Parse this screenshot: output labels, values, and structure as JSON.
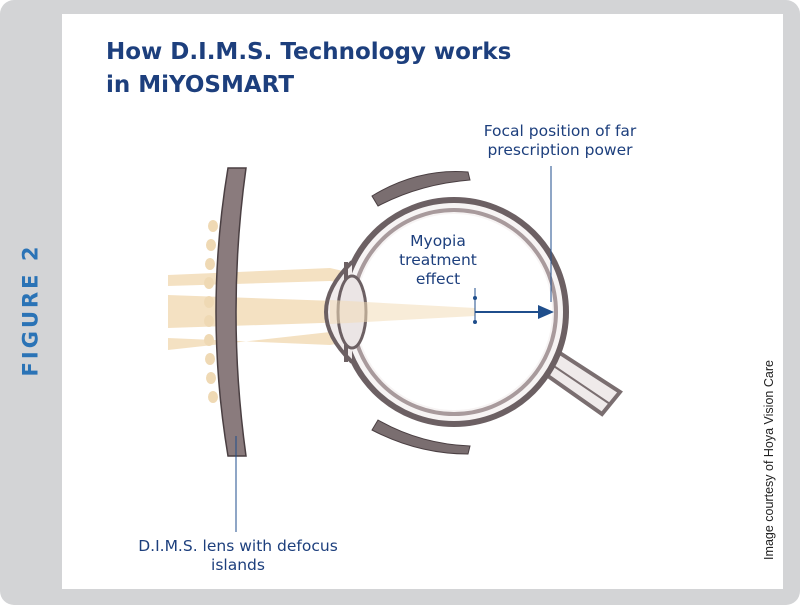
{
  "figure_label": "FIGURE 2",
  "title_lines": [
    "How D.I.M.S. Technology works",
    "in MiYOSMART"
  ],
  "labels": {
    "focal_position": [
      "Focal position of far",
      "prescription power"
    ],
    "myopia_effect": [
      "Myopia",
      "treatment",
      "effect"
    ],
    "lens": [
      "D.I.M.S. lens with defocus",
      "islands"
    ]
  },
  "credit": "Image courtesy of Hoya Vision Care",
  "colors": {
    "title": "#1d3f7d",
    "figure_label": "#2a73b6",
    "eye_outline": "#7a6e70",
    "eye_fill": "#e9e4e4",
    "light_beam": "#f3dcb8",
    "arrow": "#1f4e8c",
    "frame": "#d3d4d6"
  }
}
